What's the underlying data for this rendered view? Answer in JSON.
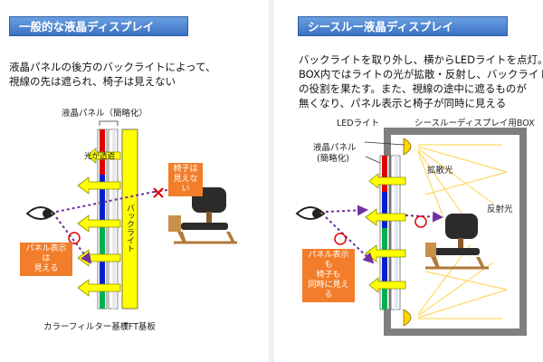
{
  "left": {
    "title": "一般的な液晶ディスプレイ",
    "desc_line1": "液晶パネルの後方のバックライトによって、",
    "desc_line2": "視線の先は遮られ、椅子は見えない",
    "panel_label": "液晶パネル（簡略化）",
    "light_transmit": "光が透過",
    "backlight": "バックライト",
    "chair_note_line1": "椅子は",
    "chair_note_line2": "見えない",
    "panel_note_line1": "パネル表示は",
    "panel_note_line2": "見える",
    "color_filter": "カラーフィルター基板",
    "tft": "TFT基板"
  },
  "right": {
    "title": "シースルー液晶ディスプレイ",
    "desc_line1": "バックライトを取り外し、横からLEDライトを点灯。",
    "desc_line2": "BOX内ではライトの光が拡散・反射し、バックライト",
    "desc_line3": "の役割を果たす。また、視線の途中に遮るものが",
    "desc_line4": "無くなり、パネル表示と椅子が同時に見える",
    "led_label": "LEDライト",
    "box_label": "シースルーディスプレイ用BOX",
    "panel_label_line1": "液晶パネル",
    "panel_label_line2": "(簡略化)",
    "diffuse": "拡散光",
    "reflect": "反射光",
    "note_line1": "パネル表示も",
    "note_line2": "椅子も",
    "note_line3": "同時に見える"
  },
  "colors": {
    "title_bg": "#3b72c4",
    "note_bg": "#f27d2a",
    "backlight": "#ffff00",
    "arrow": "#7030a0"
  }
}
